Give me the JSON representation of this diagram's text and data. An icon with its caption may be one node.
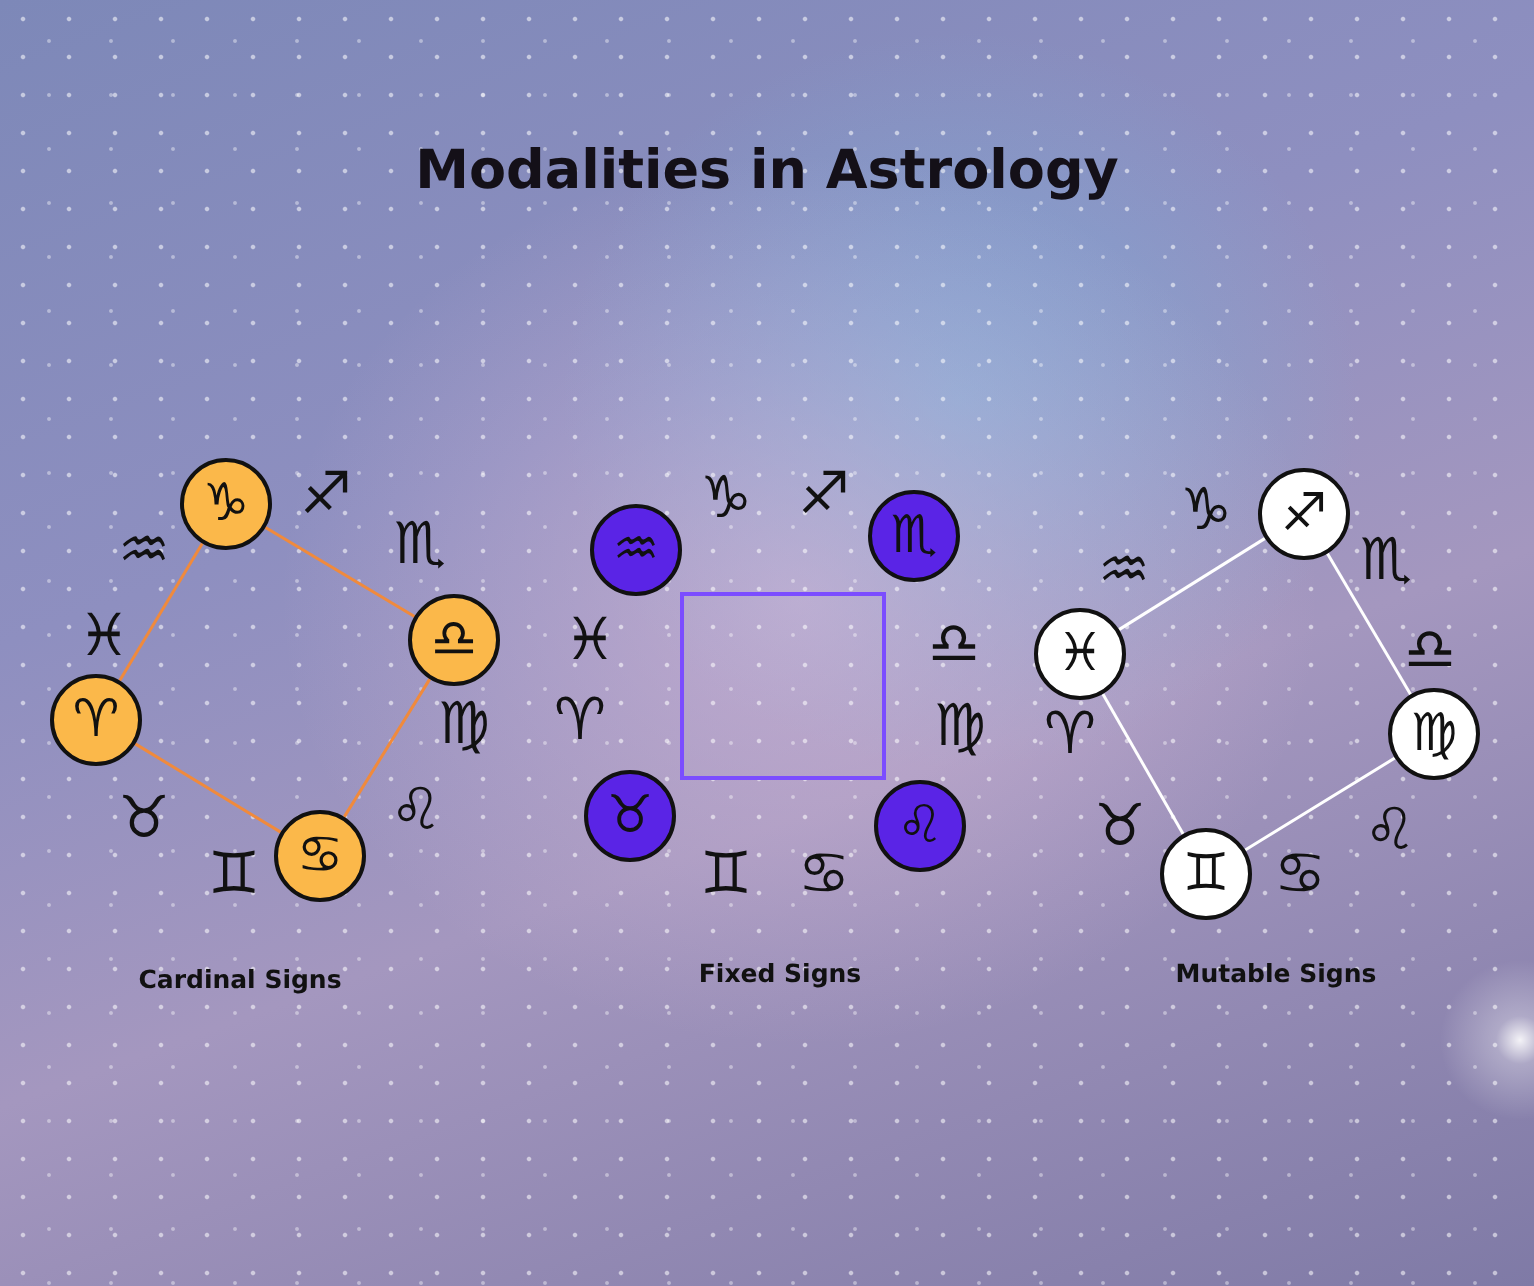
{
  "diagram": {
    "title": "Modalities in Astrology",
    "nodes": [
      {
        "text": [
          "♑"
        ]
      },
      {
        "text": [
          "♎"
        ]
      },
      {
        "text": [
          "♋"
        ]
      },
      {
        "text": [
          "♈"
        ]
      },
      {
        "text": [],
        "shape": "box"
      },
      {
        "text": [
          "♒"
        ]
      },
      {
        "text": [
          "♏"
        ]
      },
      {
        "text": [
          "♌"
        ]
      },
      {
        "text": [
          "♉"
        ]
      },
      {
        "text": [
          "♐"
        ]
      },
      {
        "text": [
          "♍"
        ]
      },
      {
        "text": [
          "♊"
        ]
      },
      {
        "text": [
          "♓"
        ]
      }
    ],
    "edges": [
      {
        "from": 0,
        "to": 1,
        "arrow": "none",
        "color": "#f08a3c"
      },
      {
        "from": 1,
        "to": 2,
        "arrow": "none",
        "color": "#f08a3c"
      },
      {
        "from": 2,
        "to": 3,
        "arrow": "none",
        "color": "#f08a3c"
      },
      {
        "from": 3,
        "to": 0,
        "arrow": "none",
        "color": "#f08a3c"
      },
      {
        "from": 9,
        "to": 10,
        "arrow": "none",
        "color": "#ffffff"
      },
      {
        "from": 10,
        "to": 11,
        "arrow": "none",
        "color": "#ffffff"
      },
      {
        "from": 11,
        "to": 12,
        "arrow": "none",
        "color": "#ffffff"
      },
      {
        "from": 12,
        "to": 9,
        "arrow": "none",
        "color": "#ffffff"
      }
    ],
    "labels": [
      "♒",
      "♐",
      "♏",
      "♍",
      "♌",
      "♊",
      "♉",
      "♓",
      "Cardinal Signs",
      "♑",
      "♐",
      "♎",
      "♍",
      "♋",
      "♊",
      "♈",
      "♓",
      "Fixed Signs",
      "♒",
      "♑",
      "♏",
      "♎",
      "♌",
      "♋",
      "♉",
      "♈",
      "Mutable Signs"
    ]
  }
}
